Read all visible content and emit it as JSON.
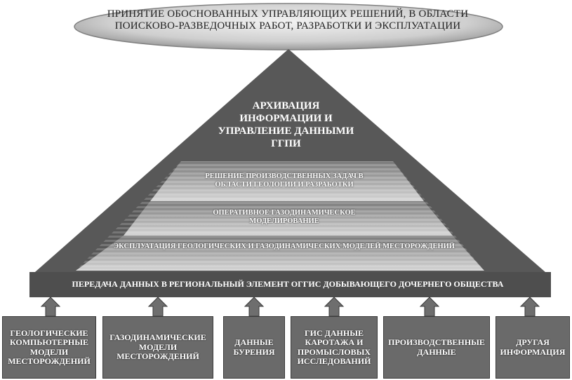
{
  "top_goal": {
    "text": "Принятие обоснованных управляющих решений, в области поисково-разведочных работ, разработки и эксплуатации"
  },
  "pyramid": {
    "title": "Архивация информации и управление данными ГГПИ",
    "levels": [
      "Решение производственных задач в области геологии и разработки",
      "Оперативное газодинамическое моделирование",
      "Эксплуатация геологических и газодинамических моделей месторождений"
    ],
    "base_band": "Передача данных в региональный элемент ОГГИС добывающего дочернего общества"
  },
  "sources": [
    "Геологические компьютерные модели месторождений",
    "Газодинамические модели месторождений",
    "Данные бурения",
    "ГИС данные каротажа и промысловых исследований",
    "Производственные данные",
    "Другая информация"
  ]
}
